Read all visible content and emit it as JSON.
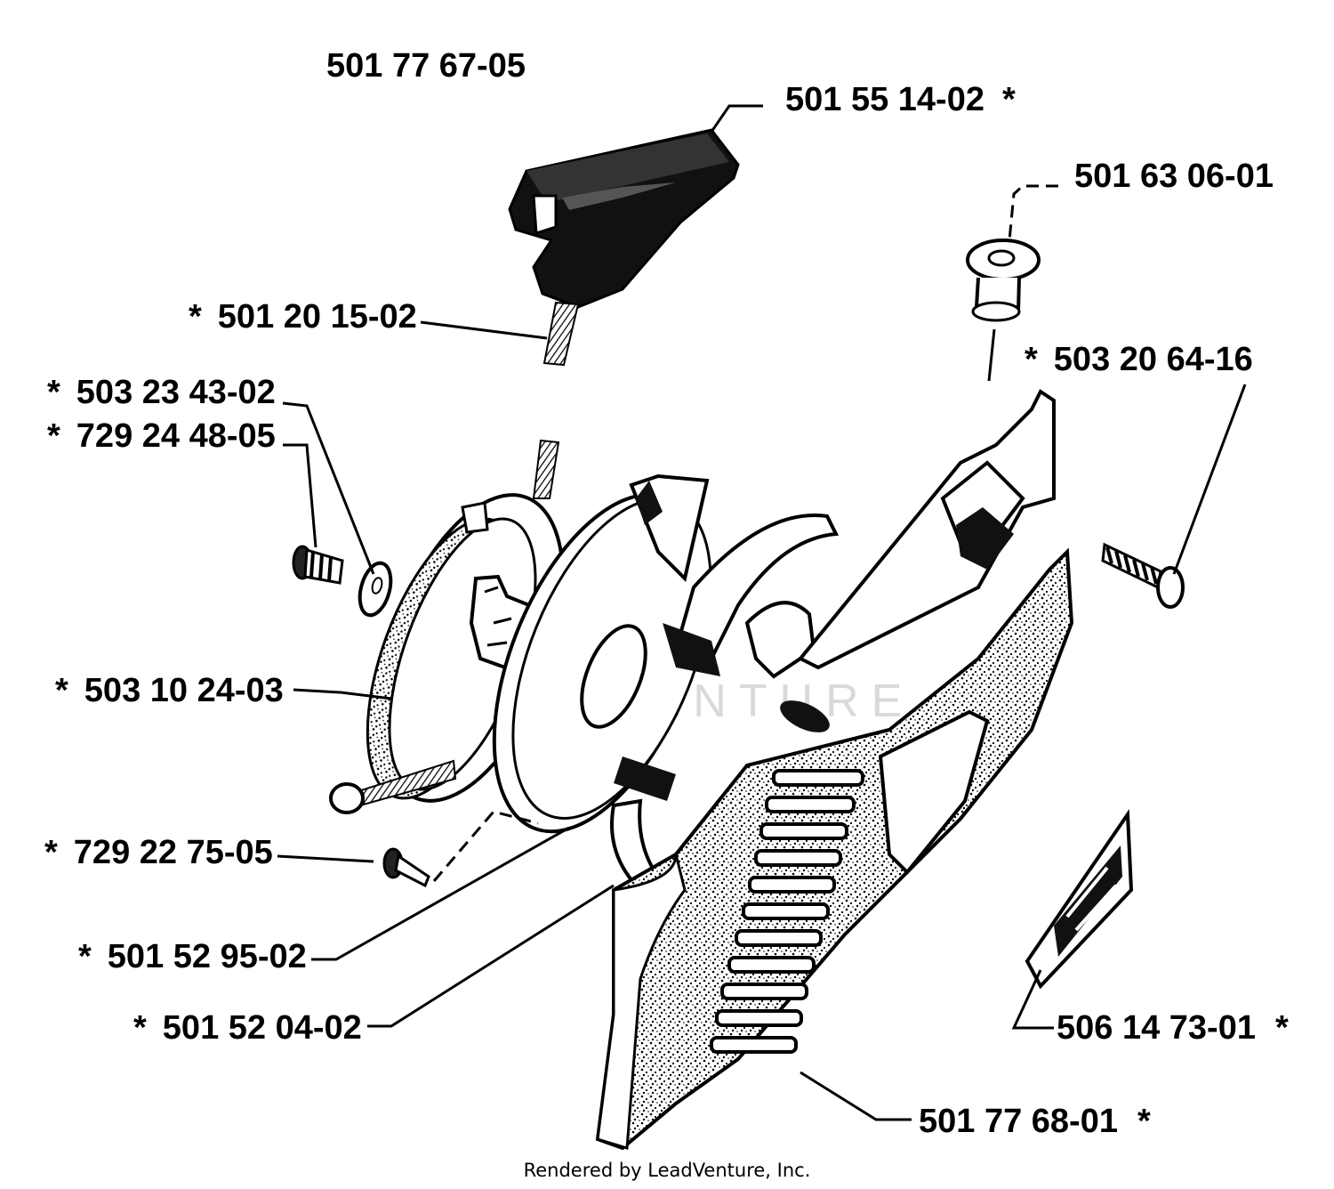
{
  "diagram": {
    "assembly_number": "501 77 67-05",
    "parts": [
      {
        "id": "handle",
        "number": "501 55 14-02",
        "marker": "*"
      },
      {
        "id": "cap",
        "number": "501 63 06-01",
        "marker": ""
      },
      {
        "id": "rope",
        "number": "501 20 15-02",
        "marker": "*"
      },
      {
        "id": "screw-right",
        "number": "503 20 64-16",
        "marker": "*"
      },
      {
        "id": "washer",
        "number": "503 23 43-02",
        "marker": "*"
      },
      {
        "id": "screw-left",
        "number": "729 24 48-05",
        "marker": "*"
      },
      {
        "id": "pulley",
        "number": "503 10 24-03",
        "marker": "*"
      },
      {
        "id": "small-screw",
        "number": "729 22 75-05",
        "marker": "*"
      },
      {
        "id": "spring",
        "number": "501 52 95-02",
        "marker": "*"
      },
      {
        "id": "spring-cassette",
        "number": "501 52 04-02",
        "marker": "*"
      },
      {
        "id": "decal",
        "number": "506 14 73-01",
        "marker": "*"
      },
      {
        "id": "starter-housing",
        "number": "501 77 68-01",
        "marker": "*"
      }
    ],
    "watermark": "LEADVENTURE",
    "footer": "Rendered by LeadVenture, Inc."
  },
  "colors": {
    "ink": "#000000",
    "paper": "#ffffff",
    "watermark": "#d9d9d9"
  }
}
